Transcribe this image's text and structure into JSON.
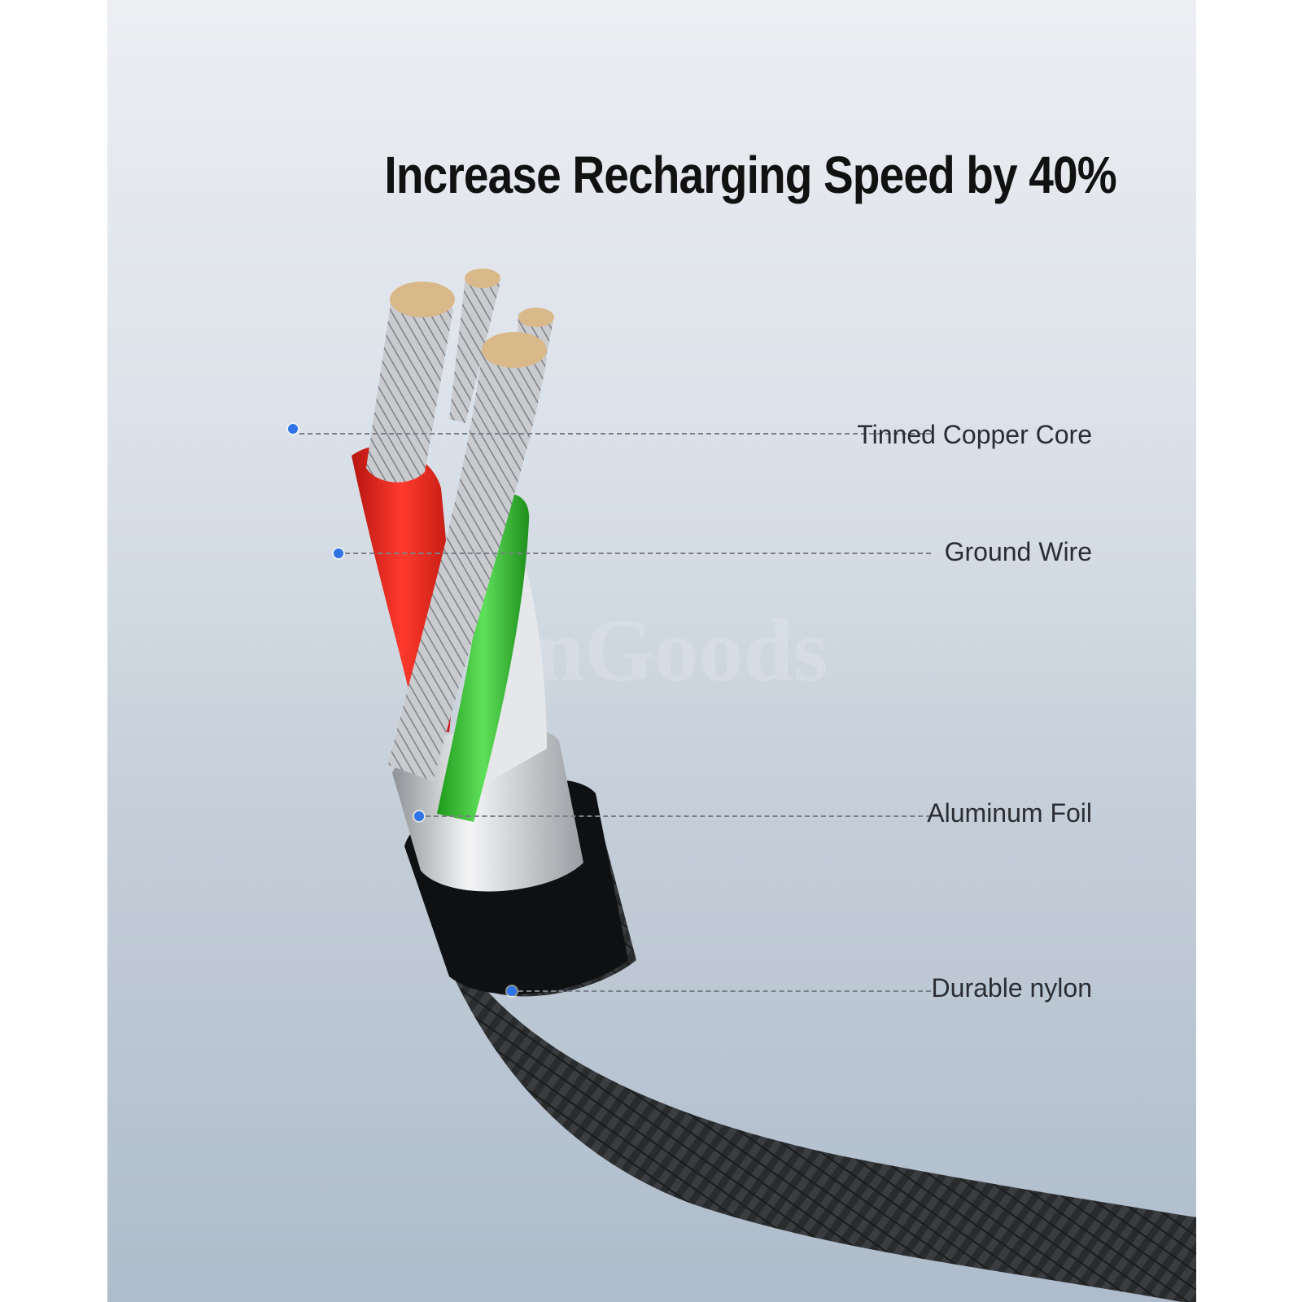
{
  "headline": "Increase Recharging Speed by 40%",
  "watermark": "DoinGoods",
  "callouts": [
    {
      "label": "Tinned Copper Core"
    },
    {
      "label": "Ground Wire"
    },
    {
      "label": "Aluminum Foil"
    },
    {
      "label": "Durable nylon"
    }
  ],
  "colors": {
    "callout_dot": "#2e74e6",
    "red_wire": "#e2261d",
    "green_wire": "#37c232",
    "nylon_braid": "#2b2c2e"
  }
}
